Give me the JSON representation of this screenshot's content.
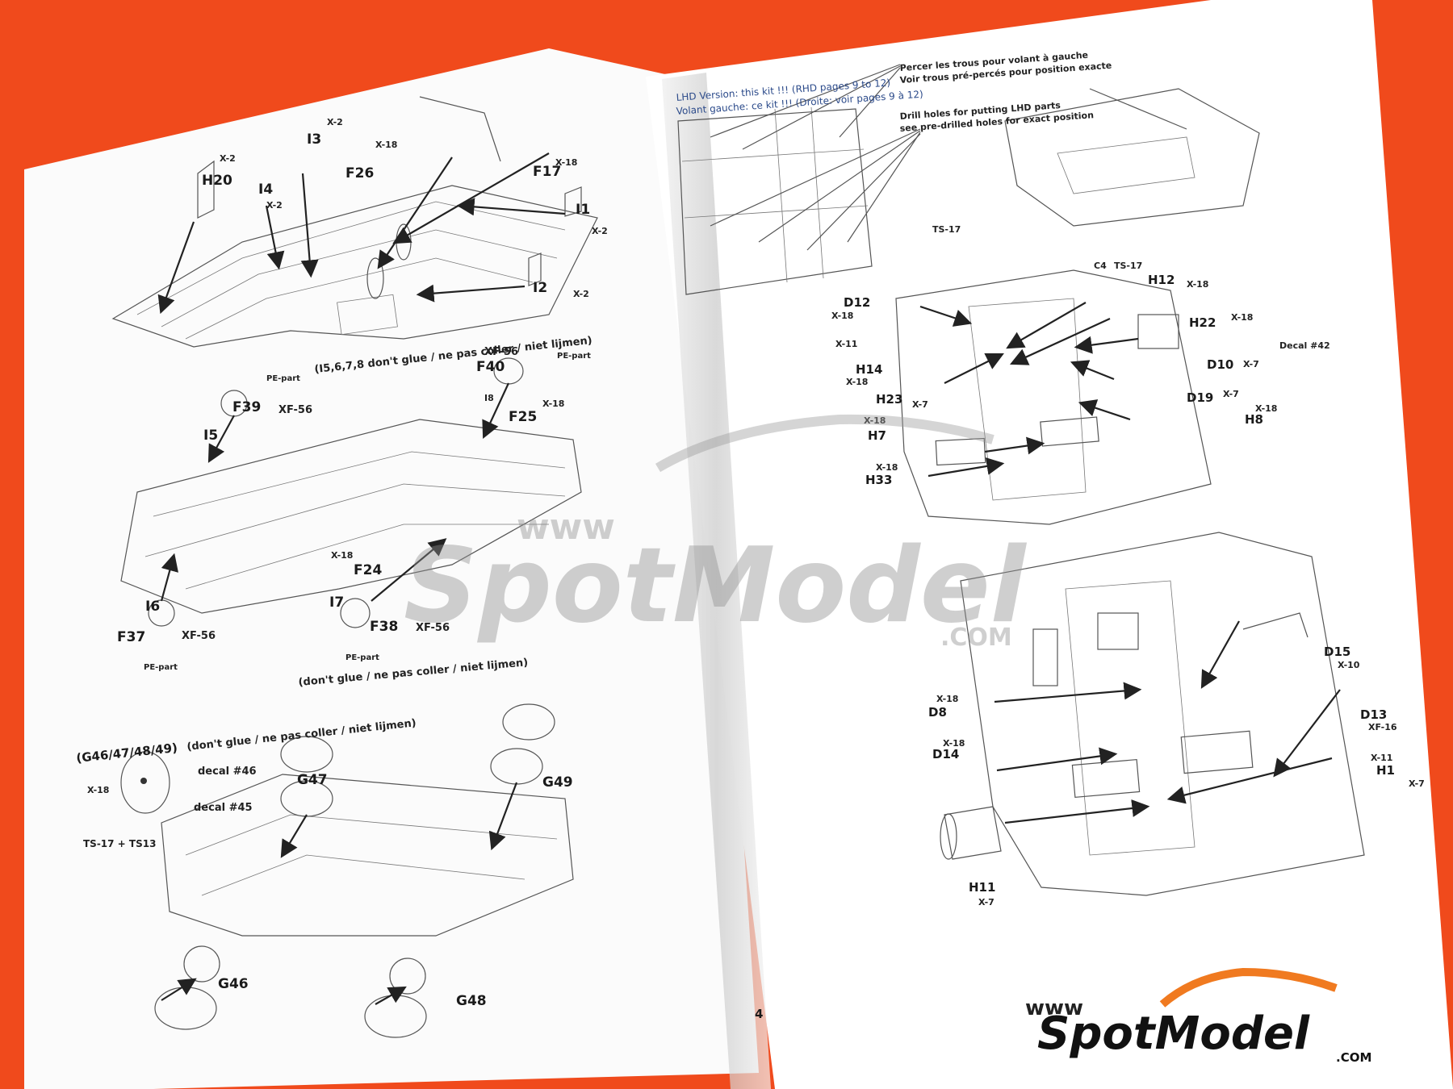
{
  "left_page": {
    "section1": {
      "parts": [
        {
          "id": "H20",
          "paint": "X-2"
        },
        {
          "id": "I3",
          "paint": "X-2"
        },
        {
          "id": "F26",
          "paint": "X-18"
        },
        {
          "id": "I4",
          "paint": "X-2"
        },
        {
          "id": "F17",
          "paint": "X-18"
        },
        {
          "id": "I1",
          "paint": "X-2"
        },
        {
          "id": "I2",
          "paint": "X-2"
        }
      ],
      "note": "(I5,6,7,8 don't glue / ne pas coller / niet lijmen)"
    },
    "section2": {
      "parts": [
        "F40",
        "F39",
        "I5",
        "I8",
        "F25",
        "F24",
        "I7",
        "I6",
        "F37",
        "F38"
      ],
      "paints": [
        "XF-56",
        "X-18"
      ],
      "pe_part": "PE-part",
      "note": "(don't glue / ne pas coller / niet lijmen)"
    },
    "section3": {
      "title": "(G46/47/48/49)",
      "decal_46": "decal #46",
      "decal_45": "decal #45",
      "paint_wheel": "X-18",
      "paint_tyre": "TS-17 + TS13",
      "parts": [
        "G47",
        "G49",
        "G46",
        "G48"
      ]
    },
    "page_number": "4"
  },
  "right_page": {
    "header_line1": "LHD Version: this kit !!! (RHD pages 9 to 12)",
    "header_line2": "Volant gauche: ce kit !!! (Droite: voir pages 9 à 12)",
    "note_fr1": "Percer les trous pour volant à gauche",
    "note_fr2": "Voir trous pré-percés pour position exacte",
    "note_en1": "Drill holes for putting LHD parts",
    "note_en2": "see pre-drilled holes for exact position",
    "paint_ts17": "TS-17",
    "c4": "C4",
    "parts_mid": [
      "D12",
      "H12",
      "H22",
      "H14",
      "H23",
      "H7",
      "H33",
      "D10",
      "D19",
      "H8"
    ],
    "paints_mid": [
      "X-18",
      "X-11",
      "X-7"
    ],
    "decal_42": "Decal #42",
    "parts_low": [
      "D15",
      "D8",
      "D13",
      "D14",
      "H1",
      "H11"
    ],
    "paints_low": [
      "X-10",
      "X-18",
      "XF-16",
      "X-11",
      "X-7"
    ]
  },
  "watermark": {
    "www": "www",
    "brand": "SpotModel",
    "com": ".COM"
  }
}
